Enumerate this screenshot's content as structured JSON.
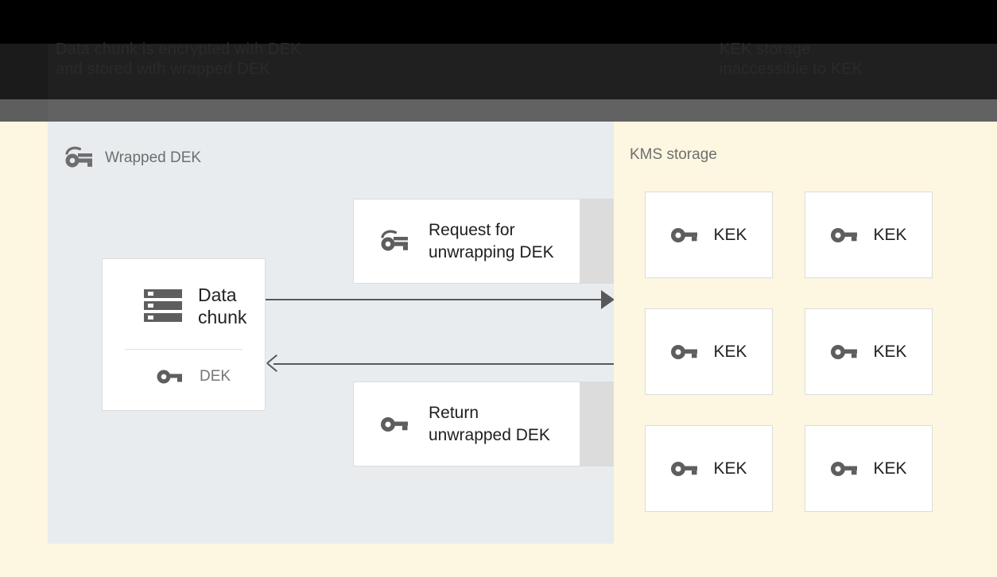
{
  "window": {
    "header_left_text": "Data chunk is encrypted with DEK\nand stored with wrapped DEK",
    "header_right_text": "KEK storage\ninaccessible to KEK",
    "background_color": "#fdf6e0"
  },
  "left_panel": {
    "name": "Wrapped DEK",
    "icon": "wrapped-key-icon",
    "background_color": "#e8ecef",
    "data_card": {
      "icon": "storage-server-icon",
      "title": "Data\nchunk",
      "key_icon": "key-icon",
      "key_label": "DEK"
    },
    "messages": [
      {
        "icon": "wrapped-key-icon",
        "text": "Request for\nunwrapping DEK"
      },
      {
        "icon": "key-icon",
        "text": "Return\nunwrapped DEK"
      }
    ],
    "arrows": [
      {
        "direction": "right",
        "name": "request-arrow"
      },
      {
        "direction": "left",
        "name": "response-arrow"
      }
    ]
  },
  "right_panel": {
    "name": "KMS storage",
    "background_color": "#fdf6e0",
    "keks": [
      {
        "icon": "key-icon",
        "label": "KEK"
      },
      {
        "icon": "key-icon",
        "label": "KEK"
      },
      {
        "icon": "key-icon",
        "label": "KEK"
      },
      {
        "icon": "key-icon",
        "label": "KEK"
      },
      {
        "icon": "key-icon",
        "label": "KEK"
      },
      {
        "icon": "key-icon",
        "label": "KEK"
      }
    ]
  },
  "colors": {
    "panel_left": "#e8ecef",
    "panel_right": "#fdf6e0",
    "slab": "#dcdcdc",
    "icon_gray": "#5e5e5e",
    "arrow_gray": "#585858",
    "muted_text": "#6e6e6e"
  }
}
